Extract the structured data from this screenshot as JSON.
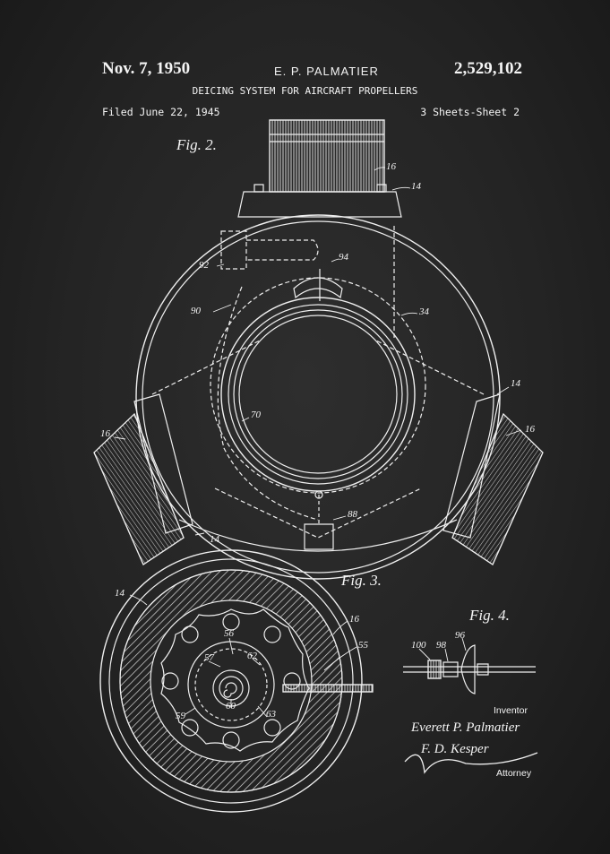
{
  "header": {
    "date": "Nov. 7, 1950",
    "inventor": "E. P. PALMATIER",
    "patent_number": "2,529,102",
    "title": "DEICING SYSTEM FOR AIRCRAFT PROPELLERS",
    "filed": "Filed June 22, 1945",
    "sheet": "3 Sheets-Sheet 2"
  },
  "figures": {
    "fig2": "Fig. 2.",
    "fig3": "Fig. 3.",
    "fig4": "Fig. 4."
  },
  "labels": {
    "l16_top": "16",
    "l14_top": "14",
    "l92": "92",
    "l94": "94",
    "l90": "90",
    "l34": "34",
    "l70": "70",
    "l14_right": "14",
    "l16_right": "16",
    "l16_left": "16",
    "l14_bottom": "14",
    "l88": "88",
    "l14_fig3": "14",
    "l16_fig3": "16",
    "l56": "56",
    "l55": "55",
    "l57": "57",
    "l62": "62",
    "l59": "59",
    "l60": "60",
    "l63": "63",
    "l100": "100",
    "l98": "98",
    "l96": "96"
  },
  "signature": {
    "inventor_caption": "Inventor",
    "inventor_name": "Everett P. Palmatier",
    "attorney_sign": "F. D. Kesper",
    "attorney_caption": "Attorney"
  },
  "colors": {
    "background": "#242424",
    "ink": "#f2f2f2"
  }
}
